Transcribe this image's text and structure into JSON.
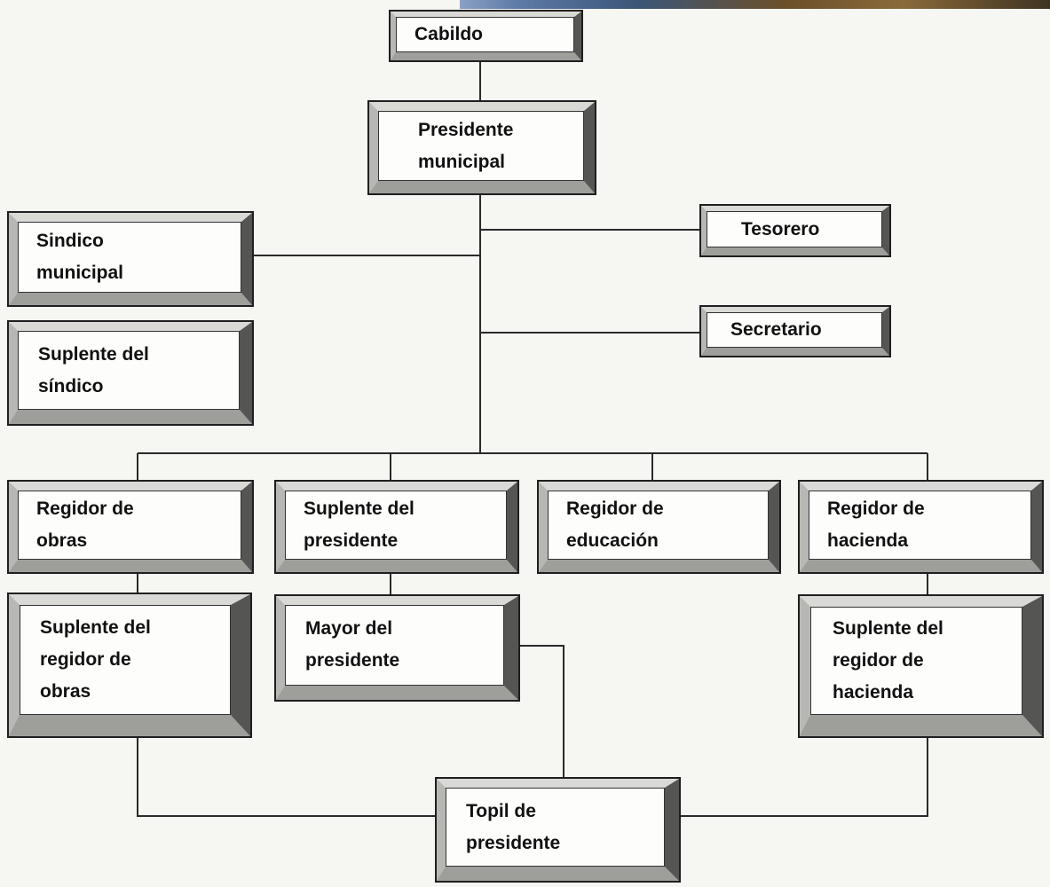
{
  "nodes": {
    "cabildo": "Cabildo",
    "presidente_municipal": "Presidente\nmunicipal",
    "sindico_municipal": "Sindico\nmunicipal",
    "suplente_sindico": "Suplente del\nsíndico",
    "tesorero": "Tesorero",
    "secretario": "Secretario",
    "regidor_obras": "Regidor de\nobras",
    "suplente_presidente": "Suplente del\npresidente",
    "regidor_educacion": "Regidor de\neducación",
    "regidor_hacienda": "Regidor de\nhacienda",
    "suplente_regidor_obras": "Suplente del\nregidor de\nobras",
    "mayor_presidente": "Mayor del\npresidente",
    "suplente_regidor_hacienda": "Suplente del\nregidor de\nhacienda",
    "topil_presidente": "Topil de\npresidente"
  },
  "connections": [
    [
      "cabildo",
      "presidente_municipal"
    ],
    [
      "presidente_municipal",
      "sindico_municipal"
    ],
    [
      "presidente_municipal",
      "tesorero"
    ],
    [
      "presidente_municipal",
      "secretario"
    ],
    [
      "presidente_municipal",
      "regidor_obras"
    ],
    [
      "presidente_municipal",
      "suplente_presidente"
    ],
    [
      "presidente_municipal",
      "regidor_educacion"
    ],
    [
      "presidente_municipal",
      "regidor_hacienda"
    ],
    [
      "regidor_obras",
      "suplente_regidor_obras"
    ],
    [
      "suplente_presidente",
      "mayor_presidente"
    ],
    [
      "regidor_hacienda",
      "suplente_regidor_hacienda"
    ],
    [
      "suplente_regidor_obras",
      "topil_presidente"
    ],
    [
      "mayor_presidente",
      "topil_presidente"
    ],
    [
      "suplente_regidor_hacienda",
      "topil_presidente"
    ]
  ]
}
